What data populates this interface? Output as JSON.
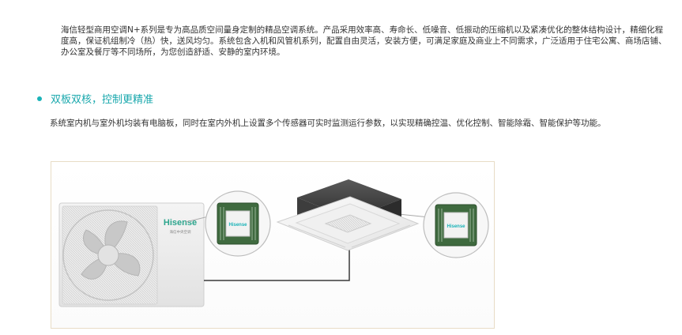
{
  "intro": {
    "text": "海信轻型商用空调N+系列是专为高品质空间量身定制的精品空调系统。产品采用效率高、寿命长、低噪音、低振动的压缩机以及紧凑优化的整体结构设计，精细化程度高，保证机组制冷（热）快，送风均匀。系统包含入机和风管机系列，配置自由灵活，安装方便，可满足家庭及商业上不同需求，广泛适用于住宅公寓、商场店铺、办公室及餐厅等不同场所，为您创造舒适、安静的室内环境。"
  },
  "section": {
    "title": "双板双核，控制更精准",
    "description": "系统室内机与室外机均装有电脑板，同时在室内外机上设置多个传感器可实时监测运行参数，以实现精确控温、优化控制、智能除霜、智能保护等功能。"
  },
  "figure": {
    "brand": "Hisense",
    "outdoor_subtitle": "海信中央空调",
    "chip_label_left": "Hisense",
    "chip_label_right": "Hisense"
  },
  "colors": {
    "accent": "#1ab3b8",
    "chip_green": "#3f6a3f",
    "brand_green": "#2ca58d",
    "frame_border": "#e8dcc6"
  }
}
